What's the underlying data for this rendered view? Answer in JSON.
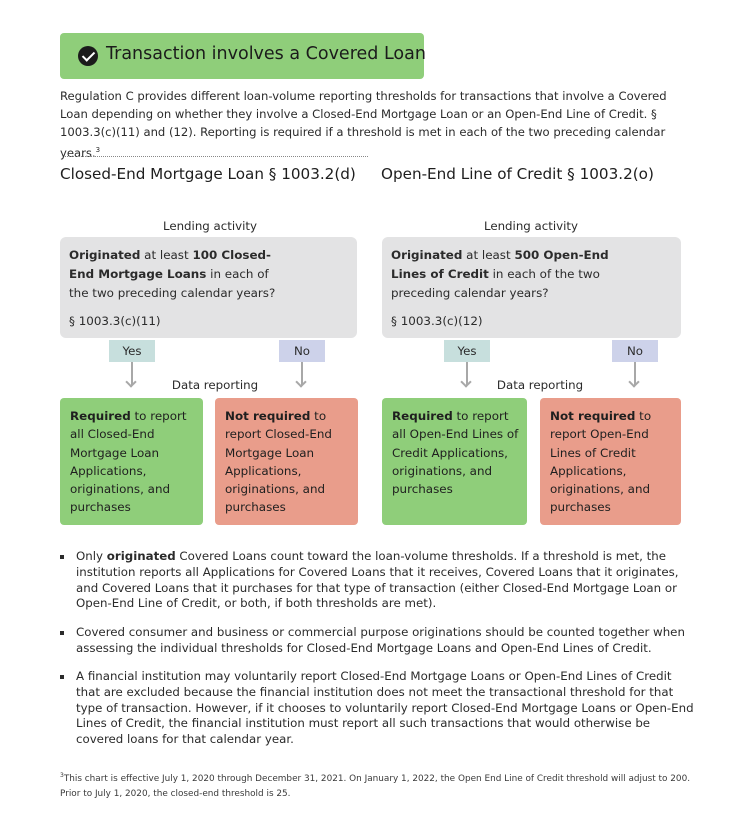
{
  "banner": {
    "title": "Transaction involves a Covered Loan",
    "check_color": "#1b1b1b",
    "color": "#8fce7a"
  },
  "intro": {
    "text": "Regulation C provides different loan-volume reporting thresholds for transactions that involve a Covered Loan depending on whether they involve a Closed-End Mortgage Loan or an Open-End Line of Credit. § 1003.3(c)(11) and (12). Reporting is required if a threshold is met in each of the two preceding calendar years.",
    "footnote_mark": "3"
  },
  "columns": [
    {
      "heading": "Closed-End Mortgage Loan § 1003.2(d)",
      "lending_label": "Lending activity",
      "question_pre": "Originated",
      "question_mid": " at least ",
      "question_bold": "100 Closed-End Mortgage Loans",
      "question_post": " in each of the two preceding calendar years?",
      "citation": "§ 1003.3(c)(11)",
      "yes_label": "Yes",
      "no_label": "No",
      "reporting_label": "Data reporting",
      "required_bold": "Required",
      "required_text": " to report all Closed-End Mortgage Loan Applications, originations, and purchases",
      "not_required_bold": "Not required",
      "not_required_text": " to report Closed-End Mortgage Loan Applications, originations, and purchases"
    },
    {
      "heading": "Open-End Line of Credit § 1003.2(o)",
      "lending_label": "Lending activity",
      "question_pre": "Originated",
      "question_mid": " at least ",
      "question_bold": "500 Open-End Lines of Credit",
      "question_post": " in each of the two preceding calendar years?",
      "citation": "§ 1003.3(c)(12)",
      "yes_label": "Yes",
      "no_label": "No",
      "reporting_label": "Data reporting",
      "required_bold": "Required",
      "required_text": " to report all Open-End Lines of Credit Applications, originations, and purchases",
      "not_required_bold": "Not required",
      "not_required_text": " to report Open-End Lines of Credit Applications, originations, and purchases"
    }
  ],
  "bullets": [
    {
      "pre": "Only ",
      "bold": "originated",
      "post": " Covered Loans count toward the loan-volume thresholds. If a threshold is met, the institution reports all Applications for Covered Loans that it receives, Covered Loans that it originates, and Covered Loans that it purchases for that type of transaction (either Closed-End Mortgage Loan or Open-End Line of Credit, or both, if both thresholds are met)."
    },
    {
      "pre": "Covered consumer and business or commercial purpose originations should be counted together when assessing the individual thresholds for Closed-End Mortgage Loans and Open-End Lines of Credit.",
      "bold": "",
      "post": ""
    },
    {
      "pre": "A financial institution may voluntarily report Closed-End Mortgage Loans or Open-End Lines of Credit that are excluded because the financial institution does not meet the transactional threshold for that type of transaction.  However, if it chooses to voluntarily report Closed-End Mortgage Loans or Open-End Lines of Credit, the financial institution must report all such transactions that would otherwise be covered loans for that calendar year.",
      "bold": "",
      "post": ""
    }
  ],
  "footnote": {
    "mark": "3",
    "text": "This chart is effective July 1, 2020 through December 31, 2021. On January 1, 2022, the Open End Line of Credit threshold will adjust to 200. Prior to July 1, 2020, the closed-end threshold is 25."
  },
  "colors": {
    "green": "#8fce7a",
    "red": "#e99d8b",
    "grey": "#e3e3e4",
    "yes": "#c7dfdd",
    "no": "#cdd2ea"
  }
}
